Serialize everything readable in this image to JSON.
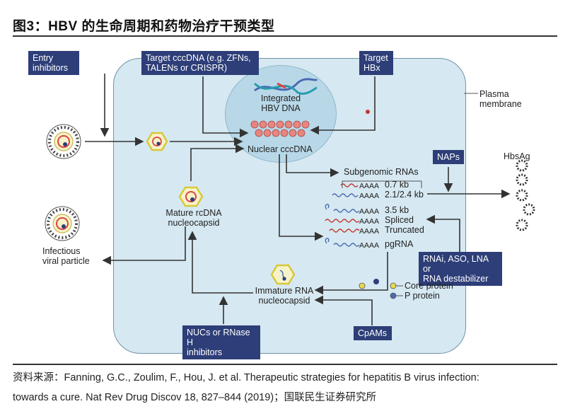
{
  "title": "图3：HBV 的生命周期和药物治疗干预类型",
  "boxes": {
    "entry_inhibitors": [
      "Entry",
      "inhibitors"
    ],
    "target_cccdna": [
      "Target cccDNA (e.g. ZFNs,",
      "TALENs or CRISPR)"
    ],
    "target_hbx": [
      "Target",
      "HBx"
    ],
    "naps": "NAPs",
    "rnai": [
      "RNAi, ASO, LNA or",
      "RNA destabilizer"
    ],
    "nucs": [
      "NUCs or RNase H",
      "inhibitors"
    ],
    "cpams": "CpAMs"
  },
  "labels": {
    "plasma_membrane": [
      "Plasma",
      "membrane"
    ],
    "integrated_dna": [
      "Integrated",
      "HBV DNA"
    ],
    "nuclear_cccdna": "Nuclear cccDNA",
    "subgenomic_rnas": "Subgenomic RNAs",
    "hbsag": "HbsAg",
    "mature": [
      "Mature rcDNA",
      "nucleocapsid"
    ],
    "infectious": [
      "Infectious",
      "viral particle"
    ],
    "immature": [
      "Immature RNA",
      "nucleocapsid"
    ],
    "core_protein": "Core protein",
    "p_protein": "P protein",
    "aaaa": "AAAA"
  },
  "rnas": [
    "0.7 kb",
    "2.1/2.4 kb",
    "3.5 kb",
    "Spliced",
    "Truncated",
    "pgRNA"
  ],
  "footer": {
    "line1": "资料来源：Fanning, G.C., Zoulim, F., Hou, J. et al. Therapeutic strategies for hepatitis B virus infection:",
    "line2": "towards a cure. Nat Rev Drug Discov 18, 827–844 (2019)；国联民生证券研究所"
  },
  "colors": {
    "box_navy": "#2d3e78",
    "cell_fill": "#d6e8f1",
    "nucleus_fill": "#b8d8e8",
    "hexagon_yellow": "#e8d84a",
    "capsid_red": "#c0392b",
    "cccdna_salmon": "#e8857e"
  }
}
